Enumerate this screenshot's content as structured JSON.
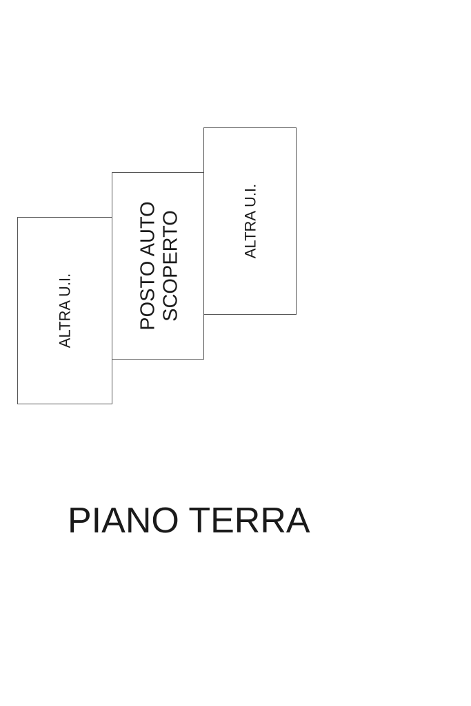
{
  "plan": {
    "title": "PIANO TERRA",
    "rooms": [
      {
        "label_lines": [
          "ALTRA U.I."
        ]
      },
      {
        "label_lines": [
          "POSTO AUTO",
          "SCOPERTO"
        ]
      },
      {
        "label_lines": [
          "ALTRA U.I."
        ]
      }
    ]
  },
  "colors": {
    "line": "#555555",
    "text": "#1a1a1a",
    "background": "#ffffff"
  }
}
